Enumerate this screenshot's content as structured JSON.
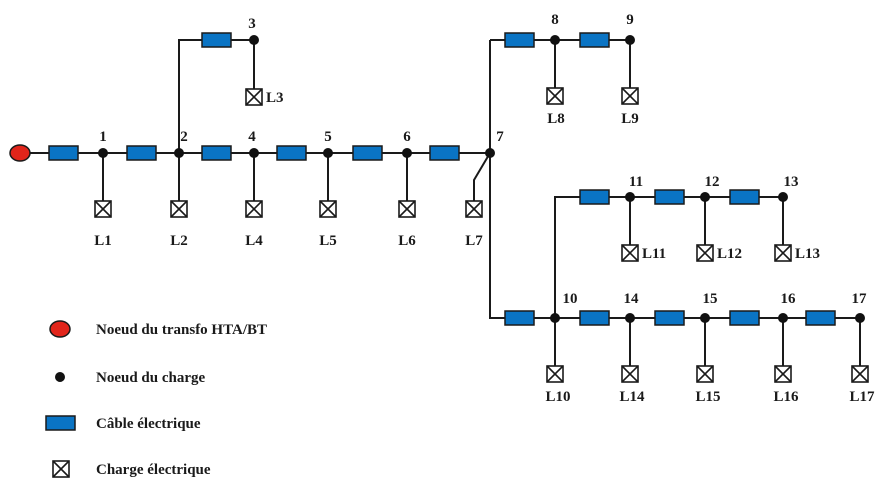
{
  "colors": {
    "cable": "#0a74c4",
    "transfo": "#e1251b",
    "node": "#111111",
    "line": "#1a1a1a"
  },
  "nodes": {
    "n1": "1",
    "n2": "2",
    "n3": "3",
    "n4": "4",
    "n5": "5",
    "n6": "6",
    "n7": "7",
    "n8": "8",
    "n9": "9",
    "n10": "10",
    "n11": "11",
    "n12": "12",
    "n13": "13",
    "n14": "14",
    "n15": "15",
    "n16": "16",
    "n17": "17"
  },
  "loads": {
    "L1": "L1",
    "L2": "L2",
    "L3": "L3",
    "L4": "L4",
    "L5": "L5",
    "L6": "L6",
    "L7": "L7",
    "L8": "L8",
    "L9": "L9",
    "L10": "L10",
    "L11": "L11",
    "L12": "L12",
    "L13": "L13",
    "L14": "L14",
    "L15": "L15",
    "L16": "L16",
    "L17": "L17"
  },
  "legend": {
    "transfo": "Noeud du transfo HTA/BT",
    "node": "Noeud du charge",
    "cable": "Câble électrique",
    "load": "Charge électrique"
  }
}
